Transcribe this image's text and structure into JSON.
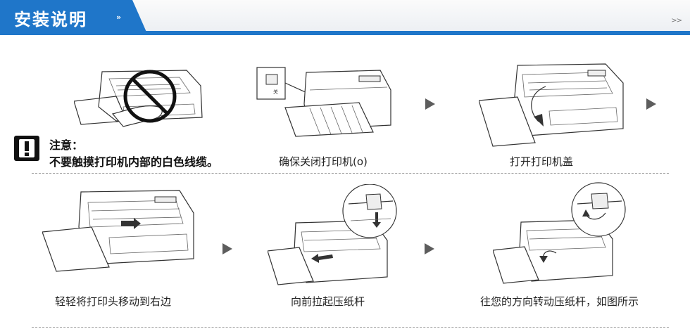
{
  "header": {
    "title": "安装说明",
    "chevron": "»",
    "more": ">>"
  },
  "caution": {
    "icon": "exclamation-icon",
    "title": "注意：",
    "text": "不要触摸打印机内部的白色线缆。"
  },
  "steps": [
    {
      "caption": "确保关闭打印机(o)"
    },
    {
      "caption": "打开打印机盖"
    },
    {
      "caption": "轻轻将打印头移动到右边"
    },
    {
      "caption": "向前拉起压纸杆"
    },
    {
      "caption": "往您的方向转动压纸杆，如图所示"
    }
  ],
  "switch_label": "关",
  "colors": {
    "accent": "#1f76c9",
    "arrow": "#5d5d5d"
  }
}
